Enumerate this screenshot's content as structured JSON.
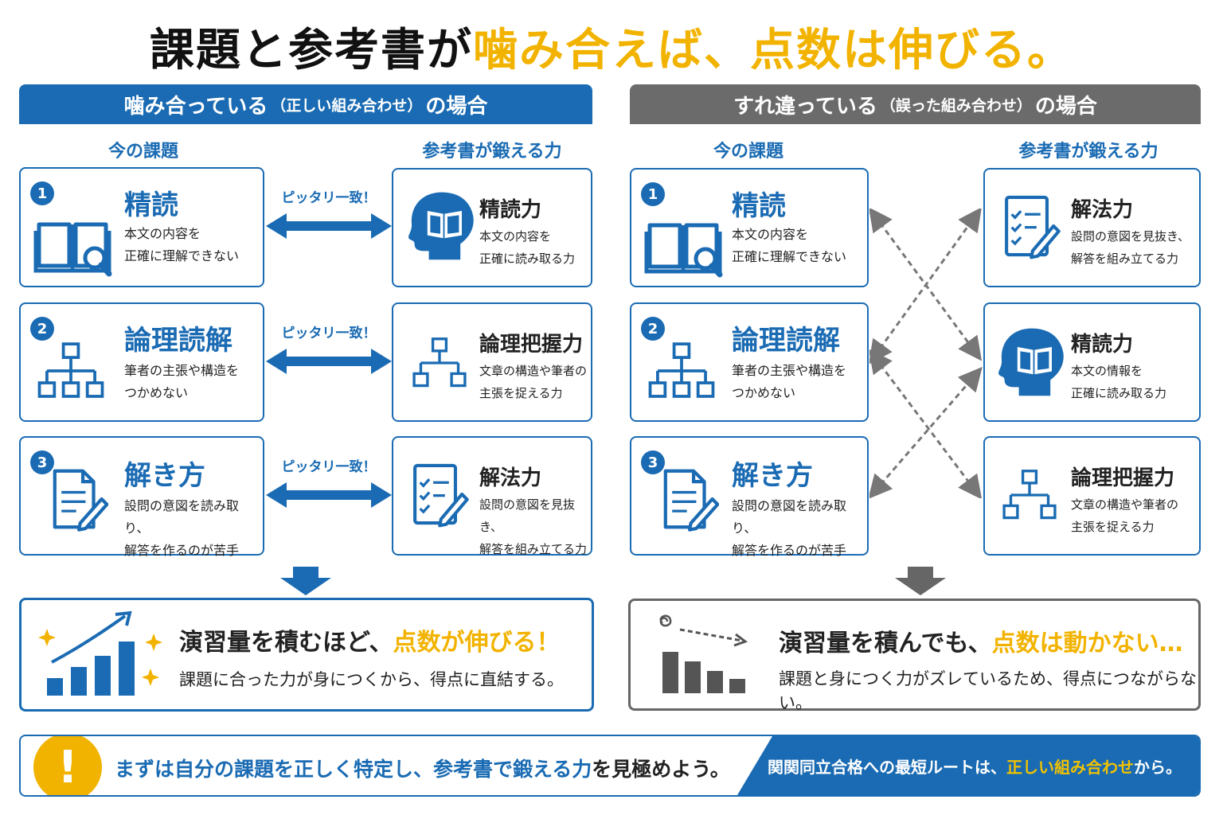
{
  "title": {
    "part1": "課題と参考書が",
    "part2": "噛み合えば、点数は伸びる。"
  },
  "left": {
    "header": {
      "main": "噛み合っている",
      "sub": "（正しい組み合わせ）",
      "tail": "の場合"
    },
    "col_issue": "今の課題",
    "col_book": "参考書が鍛える力",
    "fit_label": "ピッタリ一致！",
    "issues": [
      {
        "num": "1",
        "title": "精読",
        "line1": "本文の内容を",
        "line2": "正確に理解できない",
        "icon": "book-search-icon"
      },
      {
        "num": "2",
        "title": "論理読解",
        "line1": "筆者の主張や構造を",
        "line2": "つかめない",
        "icon": "hierarchy-icon"
      },
      {
        "num": "3",
        "title": "解き方",
        "line1": "設問の意図を読み取り、",
        "line2": "解答を作るのが苦手",
        "icon": "document-pen-icon"
      }
    ],
    "books": [
      {
        "title": "精読力",
        "line1": "本文の内容を",
        "line2": "正確に読み取る力",
        "icon": "head-book-icon"
      },
      {
        "title": "論理把握力",
        "line1": "文章の構造や筆者の",
        "line2": "主張を捉える力",
        "icon": "hierarchy-icon"
      },
      {
        "title": "解法力",
        "line1": "設問の意図を見抜き、",
        "line2": "解答を組み立てる力",
        "icon": "checklist-pen-icon"
      }
    ],
    "result": {
      "main": "演習量を積むほど、",
      "highlight": "点数が伸びる！",
      "sub": "課題に合った力が身につくから、得点に直結する。"
    }
  },
  "right": {
    "header": {
      "main": "すれ違っている",
      "sub": "（誤った組み合わせ）",
      "tail": "の場合"
    },
    "col_issue": "今の課題",
    "col_book": "参考書が鍛える力",
    "issues": [
      {
        "num": "1",
        "title": "精読",
        "line1": "本文の内容を",
        "line2": "正確に理解できない",
        "icon": "book-search-icon"
      },
      {
        "num": "2",
        "title": "論理読解",
        "line1": "筆者の主張や構造を",
        "line2": "つかめない",
        "icon": "hierarchy-icon"
      },
      {
        "num": "3",
        "title": "解き方",
        "line1": "設問の意図を読み取り、",
        "line2": "解答を作るのが苦手",
        "icon": "document-pen-icon"
      }
    ],
    "books": [
      {
        "title": "解法力",
        "line1": "設問の意図を見抜き、",
        "line2": "解答を組み立てる力",
        "icon": "checklist-pen-icon"
      },
      {
        "title": "精読力",
        "line1": "本文の情報を",
        "line2": "正確に読み取る力",
        "icon": "head-book-icon"
      },
      {
        "title": "論理把握力",
        "line1": "文章の構造や筆者の",
        "line2": "主張を捉える力",
        "icon": "hierarchy-icon"
      }
    ],
    "result": {
      "main": "演習量を積んでも、",
      "highlight": "点数は動かない…",
      "sub": "課題と身につく力がズレているため、得点につながらない。"
    }
  },
  "bottom": {
    "icon": "exclamation-icon",
    "mark": "!",
    "msg_a": "まずは自分の課題を正しく特定し、参考書で鍛える力",
    "msg_b": "を見極めよう。",
    "right_a": "関関同立合格への最短ルートは、",
    "right_hl": "正しい組み合わせ",
    "right_b": "から。"
  },
  "colors": {
    "blue": "#1a6bb3",
    "yellow": "#f2b300",
    "gray": "#6b6b6b"
  }
}
